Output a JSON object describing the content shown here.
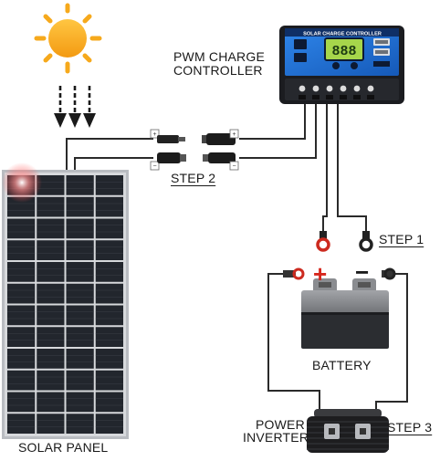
{
  "labels": {
    "pwm_line1": "PWM CHARGE",
    "pwm_line2": "CONTROLLER",
    "step1": "STEP 1",
    "step2": "STEP 2",
    "step3": "STEP 3",
    "battery": "BATTERY",
    "power_line1": "POWER",
    "power_line2": "INVERTER",
    "solar_panel": "SOLAR PANEL",
    "controller_header": "SOLAR CHARGE CONTROLLER",
    "controller_display": "888",
    "plus_sign": "+",
    "minus_sign": "−"
  },
  "colors": {
    "sun": "#f6a91c",
    "controller_face": "#1f6fd1",
    "controller_body": "#1b1c20",
    "panel_frame": "#b9bcc1",
    "panel_cells": "#1f2329",
    "positive": "#d6271d",
    "wire": "#2a2a2a",
    "battery_body": "#2b2d31",
    "battery_top": "#8a8c90",
    "inverter": "#1d1d1f"
  }
}
